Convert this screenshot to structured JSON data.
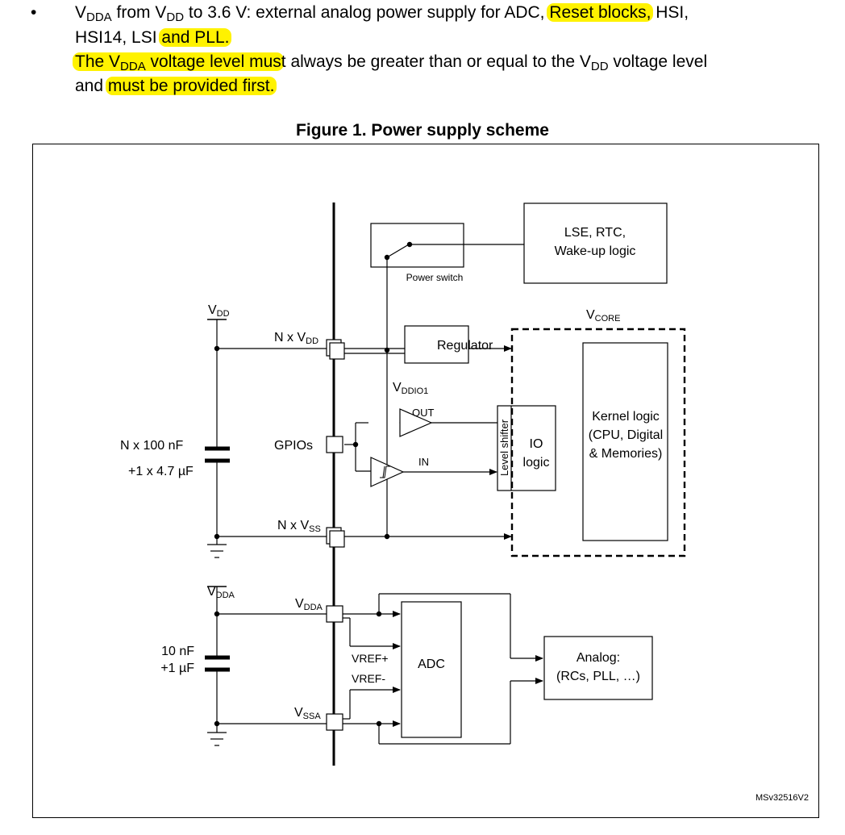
{
  "bullet": {
    "marker": "•",
    "line1": {
      "prefix_main": "V",
      "prefix_sub": "DDA",
      "from_text": " from V",
      "from_sub": "DD",
      "rest": " to 3.6 V: external analog power supply for ADC, ",
      "hl_reset": "Reset blocks,",
      "tail": " HSI,"
    },
    "line2": {
      "text": "HSI14, LSI ",
      "hl_pll": "and PLL."
    },
    "line3": {
      "hl_a": "The V",
      "hl_a_sub": "DDA",
      "hl_b": " voltage level mus",
      "plain": "t always be greater than or equal to the V",
      "plain_sub": "DD",
      "tail": " voltage level"
    },
    "line4": {
      "text": "and ",
      "hl": "must be provided first."
    }
  },
  "figure": {
    "title": "Figure 1. Power supply scheme",
    "id_code": "MSv32516V2",
    "labels": {
      "lse_line1": "LSE, RTC,",
      "lse_line2": "Wake-up logic",
      "power_switch": "Power switch",
      "vcore_main": "V",
      "vcore_sub": "CORE",
      "vdd_main": "V",
      "vdd_sub": "DD",
      "nxvdd_main": "N x V",
      "nxvdd_sub": "DD",
      "regulator": "Regulator",
      "vddio1_main": "V",
      "vddio1_sub": "DDIO1",
      "out": "OUT",
      "in": "IN",
      "level_shifter": "Level shifter",
      "io_line1": "IO",
      "io_line2": "logic",
      "kernel_line1": "Kernel logic",
      "kernel_line2": "(CPU, Digital",
      "kernel_line3": "& Memories)",
      "gpios": "GPIOs",
      "cap1_line1": "N x 100 nF",
      "cap1_line2": "+1 x 4.7 µF",
      "nxvss_main": "N x V",
      "nxvss_sub": "SS",
      "vdda_main": "V",
      "vdda_sub": "DDA",
      "vdda_pin_main": "V",
      "vdda_pin_sub": "DDA",
      "vref_plus": "VREF+",
      "vref_minus": "VREF-",
      "adc": "ADC",
      "analog_line1": "Analog:",
      "analog_line2": "(RCs, PLL, …)",
      "cap2_line1": "10 nF",
      "cap2_line2": "+1 µF",
      "vssa_main": "V",
      "vssa_sub": "SSA"
    }
  }
}
